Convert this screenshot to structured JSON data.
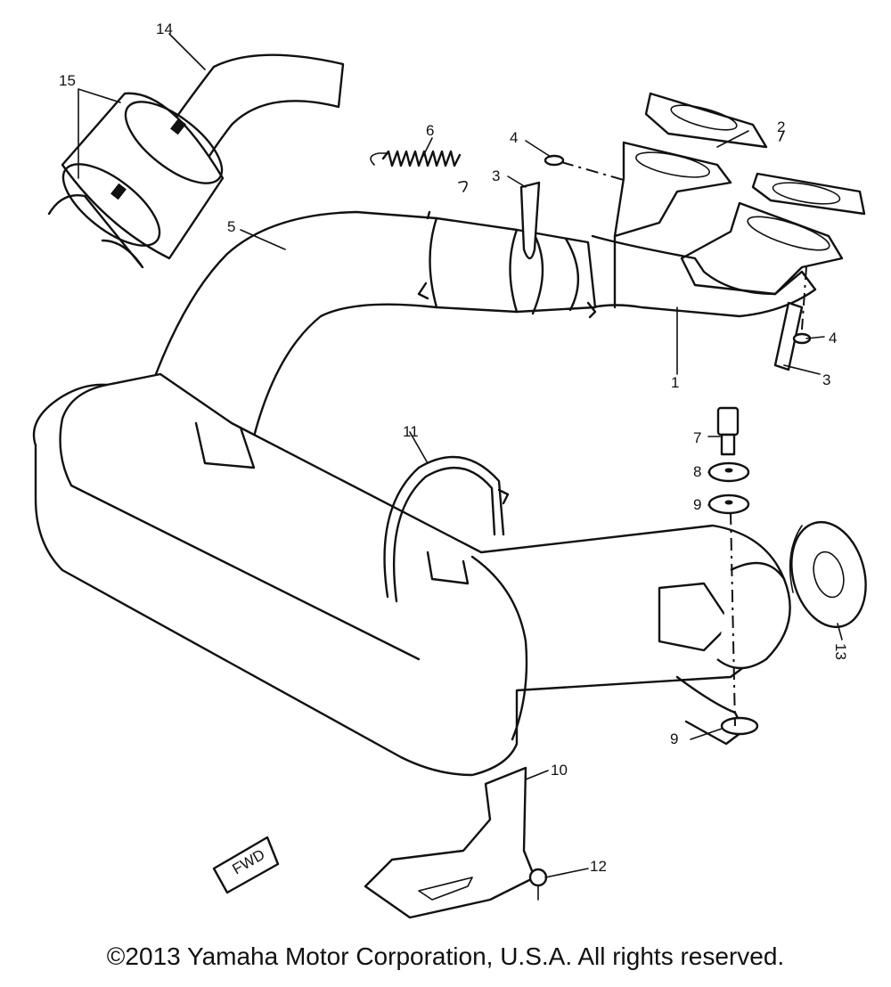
{
  "callouts": [
    "1",
    "2",
    "3",
    "3",
    "4",
    "4",
    "5",
    "6",
    "7",
    "8",
    "9",
    "9",
    "10",
    "11",
    "12",
    "13",
    "14",
    "15"
  ],
  "fwd_mark": "FWD",
  "copyright": "©2013 Yamaha Motor Corporation, U.S.A. All rights reserved."
}
